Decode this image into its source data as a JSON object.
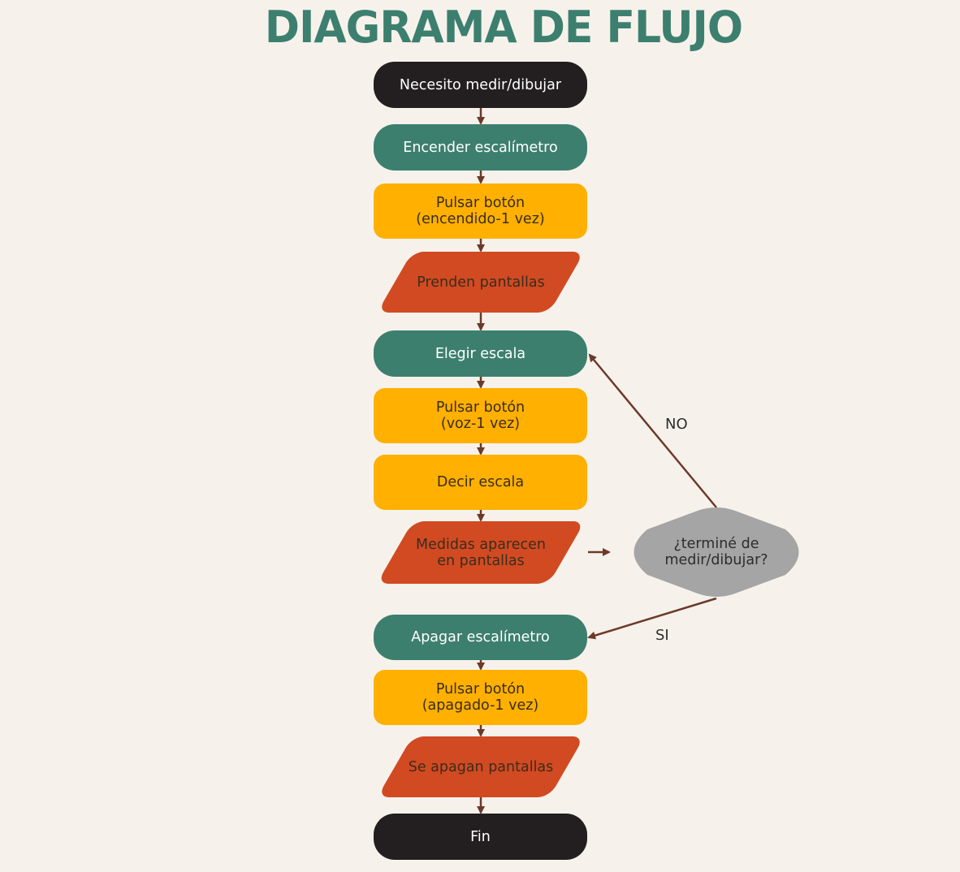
{
  "title": "DIAGRAMA DE FLUJO",
  "nodes": {
    "start": "Necesito medir/dibujar",
    "encender": "Encender escalímetro",
    "pulsar_encendido": "Pulsar botón\n(encendido-1 vez)",
    "prenden": "Prenden pantallas",
    "elegir": "Elegir escala",
    "pulsar_voz": "Pulsar botón\n(voz-1 vez)",
    "decir": "Decir escala",
    "medidas": "Medidas aparecen\nen pantallas",
    "decision": "¿terminé de\nmedir/dibujar?",
    "apagar": "Apagar escalímetro",
    "pulsar_apagado": "Pulsar botón\n(apagado-1 vez)",
    "se_apagan": "Se apagan pantallas",
    "fin": "Fin"
  },
  "edges": {
    "no_label": "NO",
    "si_label": "SI"
  },
  "colors": {
    "title": "#3d7f6f",
    "terminal": "#231f20",
    "process": "#3d7f6f",
    "action": "#ffb000",
    "io": "#d24a22",
    "decision": "#a5a5a5",
    "arrow": "#6b3a2a",
    "background": "#f6f2eb"
  }
}
